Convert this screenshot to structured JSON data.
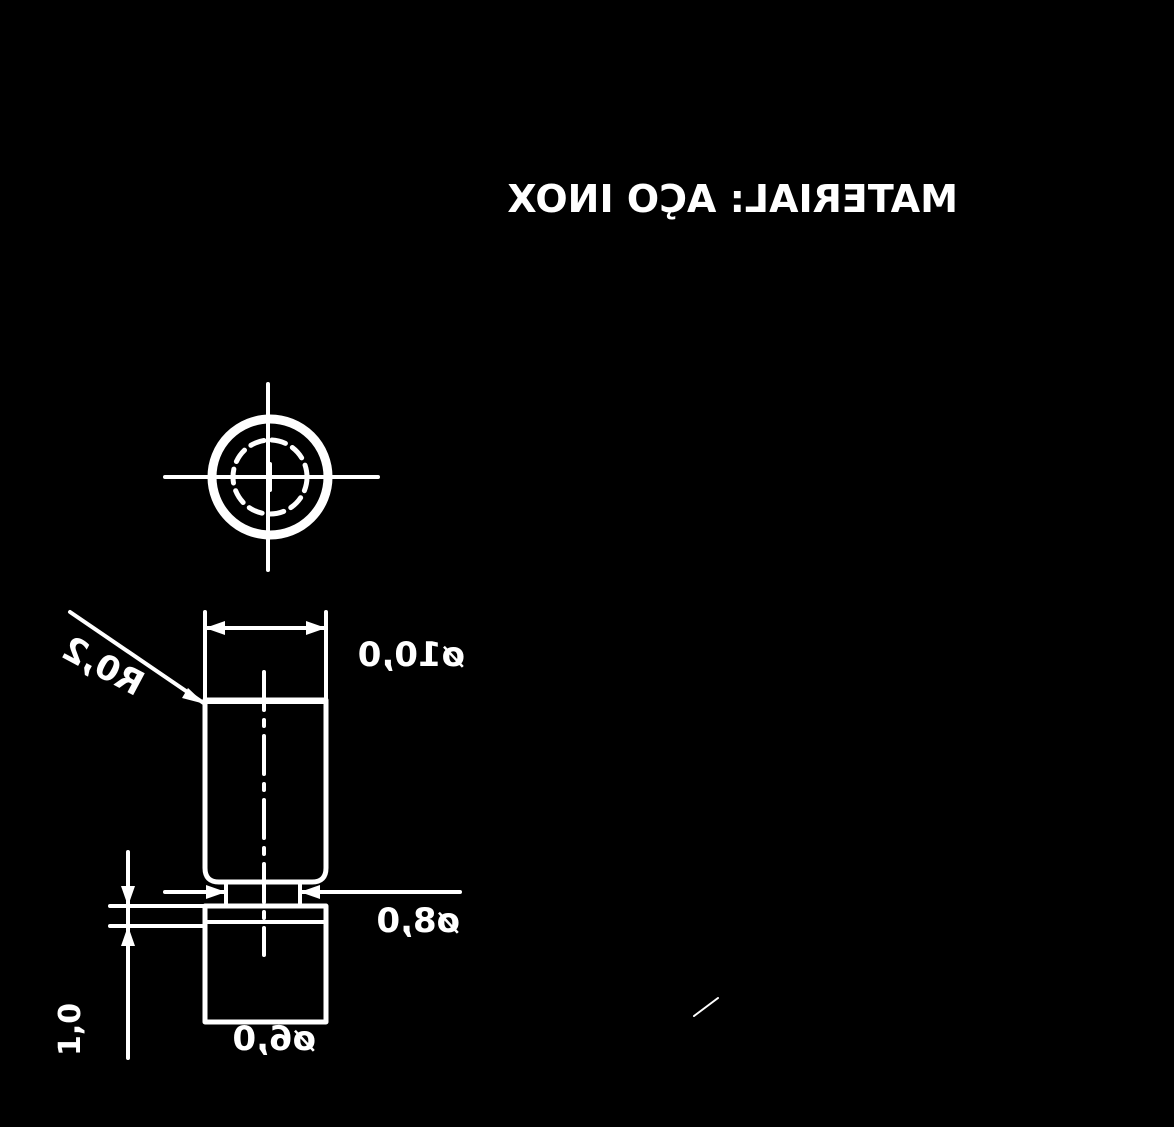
{
  "colors": {
    "background": "#000000",
    "ink": "#ffffff"
  },
  "material": "MATERIAL: AÇO INOX",
  "dimensions": {
    "radius": "R0,2",
    "outer_diameter": "ø10,0",
    "neck_diameter": "ø8,0",
    "base_diameter": "ø6,0",
    "height": "1,0"
  }
}
